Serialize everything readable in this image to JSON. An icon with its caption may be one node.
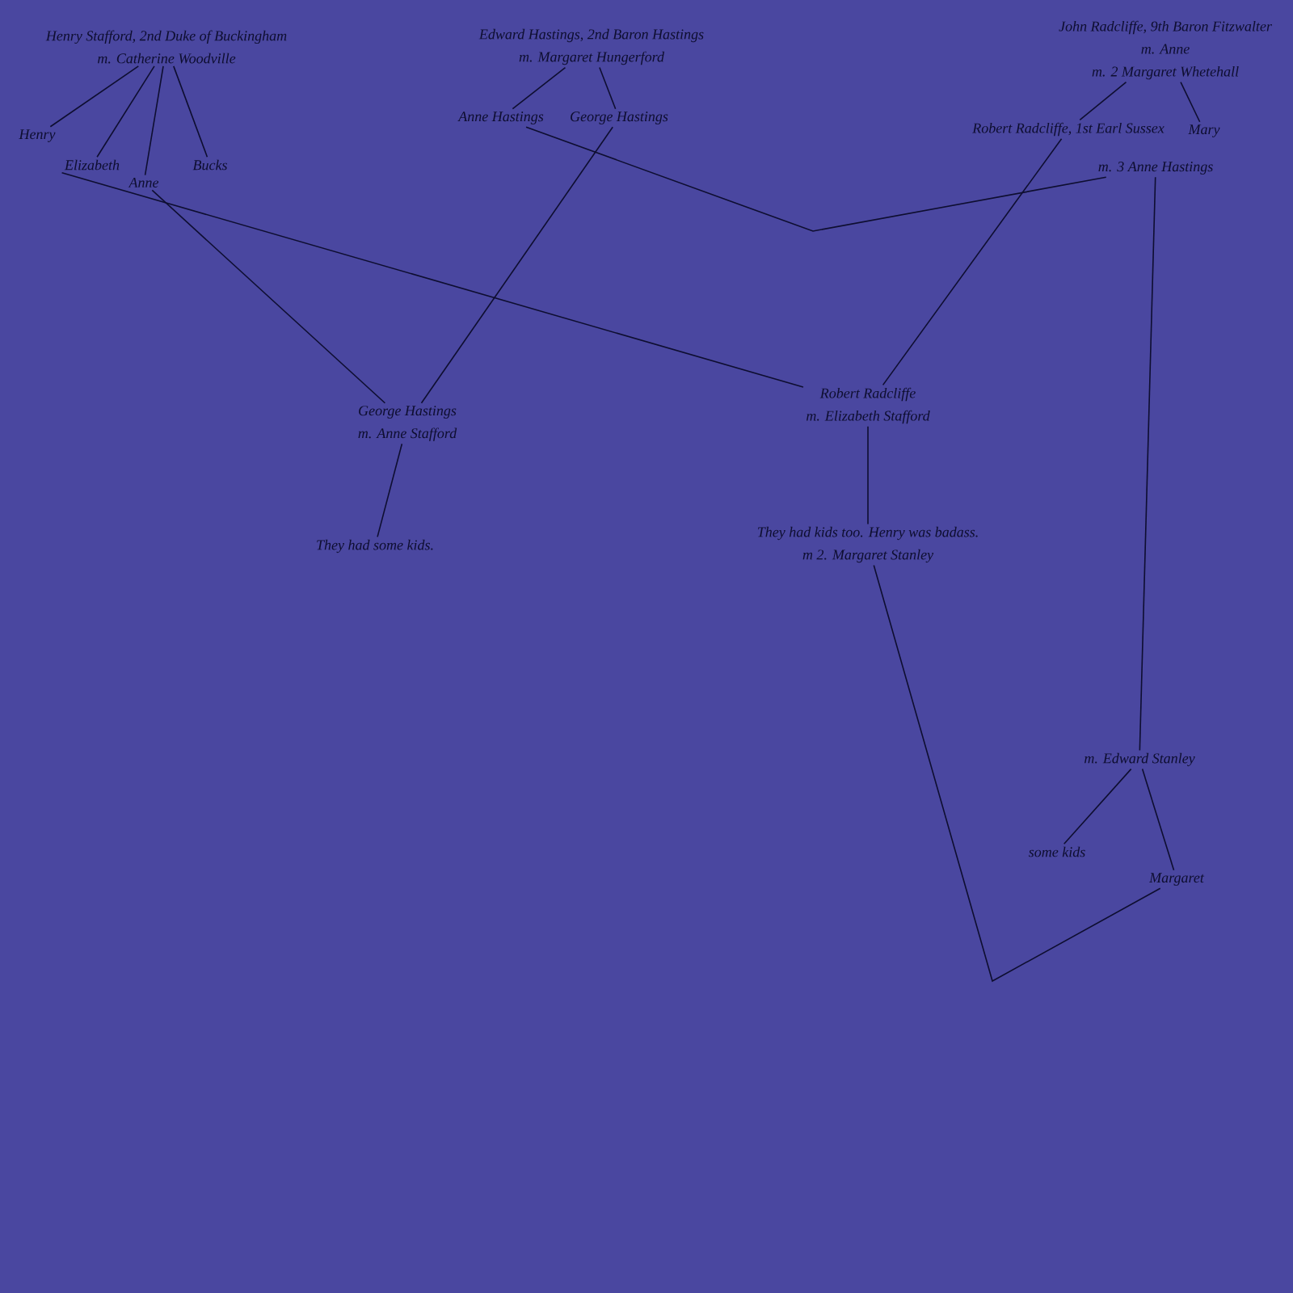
{
  "diagram": {
    "nodes": [
      {
        "text": [
          "Henry Stafford, 2nd Duke of Buckingham",
          "m. Catherine Woodville"
        ]
      },
      {
        "text": [
          "Henry"
        ]
      },
      {
        "text": [
          "Elizabeth"
        ]
      },
      {
        "text": [
          "Anne"
        ]
      },
      {
        "text": [
          "Bucks"
        ]
      },
      {
        "text": [
          "Edward Hastings, 2nd Baron Hastings",
          "m. Margaret Hungerford"
        ]
      },
      {
        "text": [
          "Anne Hastings"
        ]
      },
      {
        "text": [
          "George Hastings"
        ]
      },
      {
        "text": [
          "John Radcliffe, 9th Baron Fitzwalter",
          "m. Anne",
          "m. 2 Margaret Whetehall"
        ]
      },
      {
        "text": [
          "Robert Radcliffe, 1st Earl Sussex"
        ]
      },
      {
        "text": [
          "Mary"
        ]
      },
      {
        "text": [
          "m. 3 Anne Hastings"
        ]
      },
      {
        "text": [
          "George Hastings",
          "m. Anne Stafford"
        ]
      },
      {
        "text": [
          "They had some kids."
        ]
      },
      {
        "text": [
          "Robert Radcliffe",
          "m. Elizabeth Stafford"
        ]
      },
      {
        "text": [
          "They had kids too. Henry was badass.",
          "m 2. Margaret Stanley"
        ]
      },
      {
        "text": [
          "m. Edward Stanley"
        ]
      },
      {
        "text": [
          "some kids"
        ]
      },
      {
        "text": [
          "Margaret"
        ]
      }
    ],
    "edges": [
      {
        "from": 0,
        "to": 1,
        "arrow": "none"
      },
      {
        "from": 0,
        "to": 2,
        "arrow": "none"
      },
      {
        "from": 0,
        "to": 3,
        "arrow": "none"
      },
      {
        "from": 0,
        "to": 4,
        "arrow": "none"
      },
      {
        "from": 5,
        "to": 6,
        "arrow": "none"
      },
      {
        "from": 5,
        "to": 7,
        "arrow": "none"
      },
      {
        "from": 8,
        "to": 9,
        "arrow": "none"
      },
      {
        "from": 8,
        "to": 10,
        "arrow": "none"
      },
      {
        "from": 2,
        "to": 14,
        "arrow": "none"
      },
      {
        "from": 3,
        "to": 12,
        "arrow": "none"
      },
      {
        "from": 7,
        "to": 12,
        "arrow": "none"
      },
      {
        "from": 9,
        "to": 14,
        "arrow": "none"
      },
      {
        "from": 6,
        "to": 11,
        "arrow": "none"
      },
      {
        "from": 11,
        "to": 16,
        "arrow": "none"
      },
      {
        "from": 12,
        "to": 13,
        "arrow": "none"
      },
      {
        "from": 14,
        "to": 15,
        "arrow": "none"
      },
      {
        "from": 15,
        "to": 18,
        "arrow": "none"
      },
      {
        "from": 16,
        "to": 17,
        "arrow": "none"
      },
      {
        "from": 16,
        "to": 18,
        "arrow": "none"
      }
    ]
  }
}
